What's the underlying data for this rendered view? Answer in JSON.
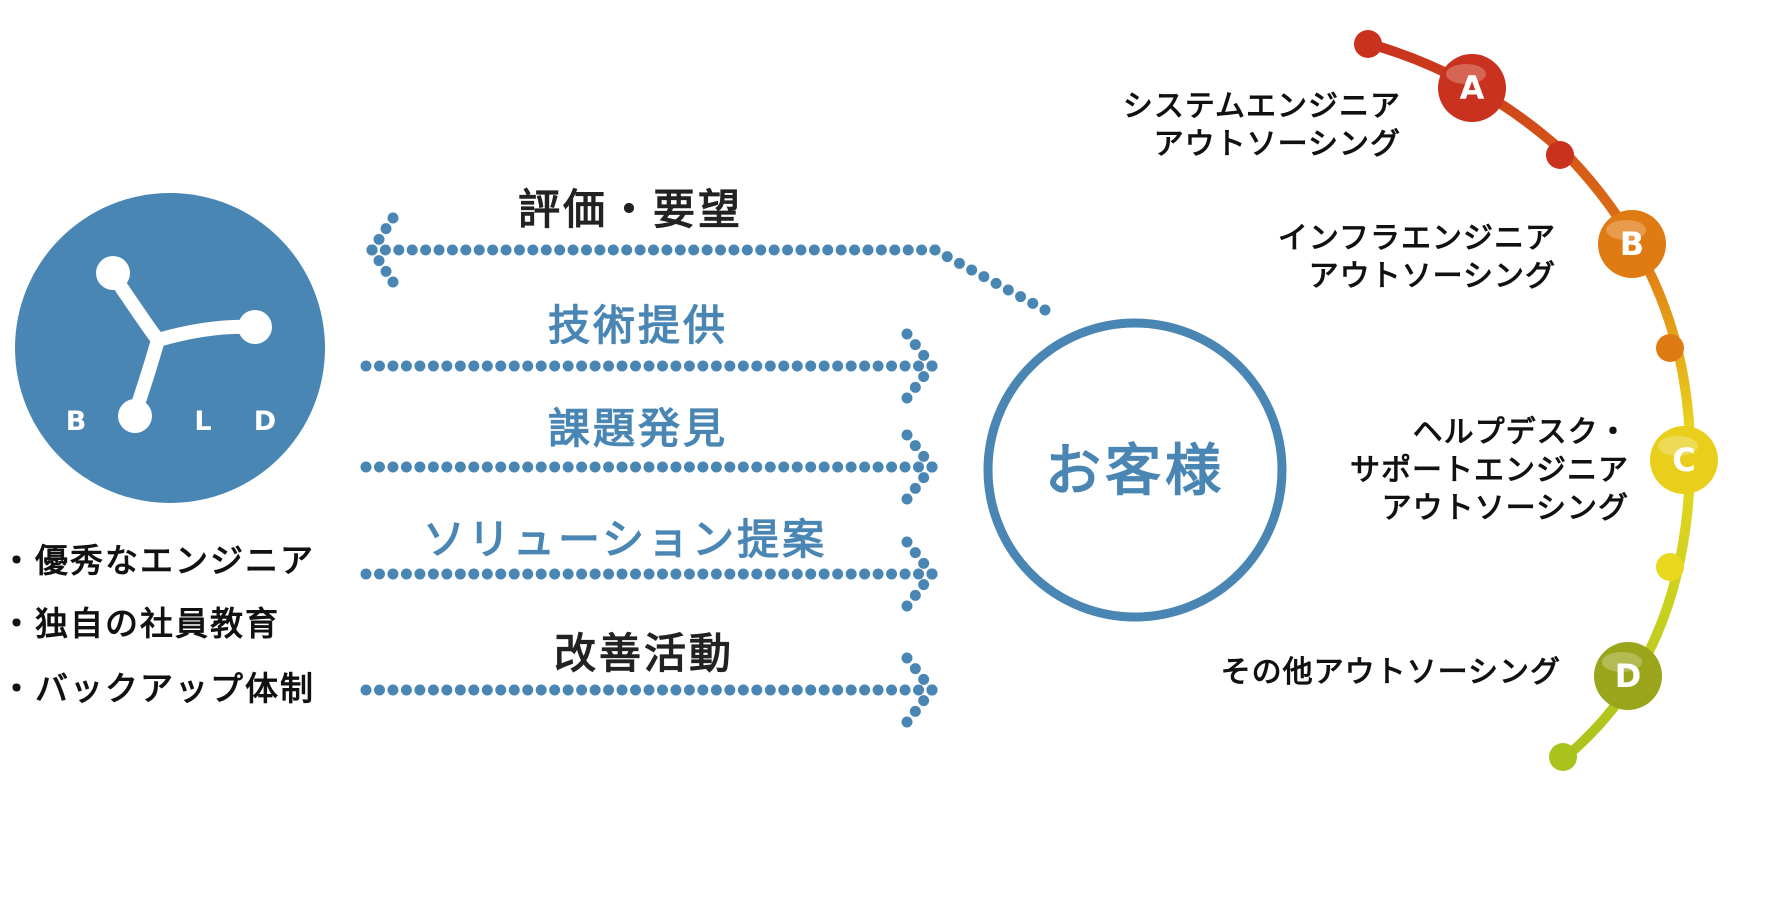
{
  "logo": {
    "letters": [
      "B",
      "L",
      "D"
    ],
    "color": "#4a86b4"
  },
  "features": [
    "・優秀なエンジニア",
    "・独自の社員教育",
    "・バックアップ体制"
  ],
  "flows": [
    {
      "label": "評価・要望",
      "direction": "left",
      "label_color": "#222222"
    },
    {
      "label": "技術提供",
      "direction": "right",
      "label_color": "#4a86b4"
    },
    {
      "label": "課題発見",
      "direction": "right",
      "label_color": "#4a86b4"
    },
    {
      "label": "ソリューション提案",
      "direction": "right",
      "label_color": "#4a86b4"
    },
    {
      "label": "改善活動",
      "direction": "right",
      "label_color": "#222222"
    }
  ],
  "customer": {
    "label": "お客様",
    "color": "#4a86b4"
  },
  "services": [
    {
      "badge": "A",
      "lines": [
        "システムエンジニア",
        "アウトソーシング"
      ],
      "color": "#c8321e"
    },
    {
      "badge": "B",
      "lines": [
        "インフラエンジニア",
        "アウトソーシング"
      ],
      "color": "#e07a12"
    },
    {
      "badge": "C",
      "lines": [
        "ヘルプデスク・",
        "サポートエンジニア",
        "アウトソーシング"
      ],
      "color": "#e9cf1c"
    },
    {
      "badge": "D",
      "lines": [
        "その他アウトソーシング"
      ],
      "color": "#9aa51c"
    }
  ],
  "dots_color": "#4a86b4"
}
